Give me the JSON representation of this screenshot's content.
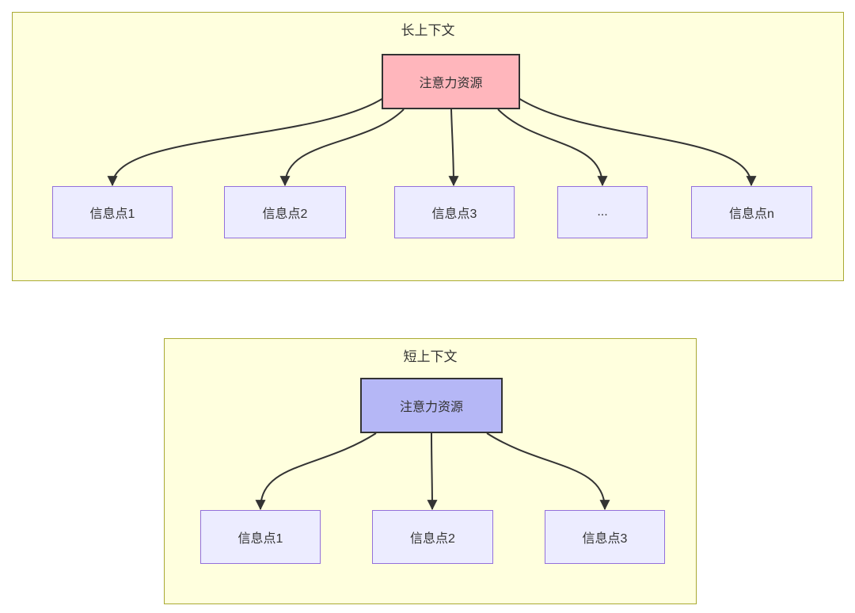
{
  "colors": {
    "container_bg": "#ffffde",
    "container_border": "#aaaa33",
    "node_bg": "#ececff",
    "node_border": "#9370db",
    "attention_long_bg": "#ffb6bc",
    "attention_short_bg": "#b5b7f6",
    "attention_border": "#333333",
    "arrow": "#333333",
    "text": "#333333"
  },
  "sections": [
    {
      "title": "长上下文",
      "attention_label": "注意力资源",
      "children": [
        "信息点1",
        "信息点2",
        "信息点3",
        "...",
        "信息点n"
      ]
    },
    {
      "title": "短上下文",
      "attention_label": "注意力资源",
      "children": [
        "信息点1",
        "信息点2",
        "信息点3"
      ]
    }
  ]
}
